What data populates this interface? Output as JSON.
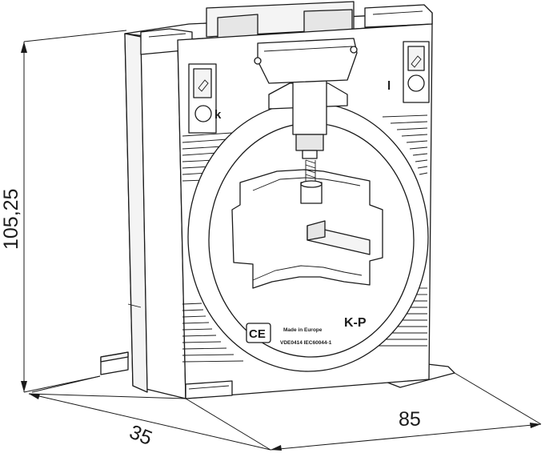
{
  "dimensions": {
    "height": "105,25",
    "depth": "35",
    "width": "85"
  },
  "markings": {
    "ce": "CE",
    "made_in": "Made in Europe",
    "standard": "VDE0414 IEC60044-1",
    "terminal_kp": "K-P",
    "terminal_k": "k",
    "terminal_l": "l"
  }
}
